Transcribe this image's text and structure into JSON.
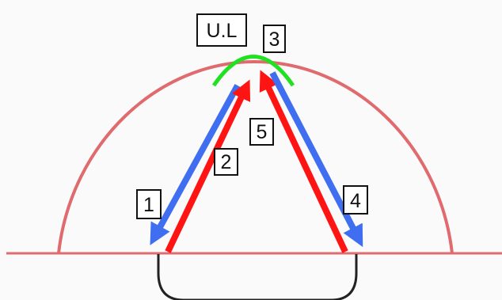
{
  "labels": {
    "ul": "U.L",
    "step1": "1",
    "step2": "2",
    "step3": "3",
    "step4": "4",
    "step5": "5"
  },
  "colors": {
    "background": "#fafafa",
    "dome": "#e06b6f",
    "baseline": "#e06b6f",
    "cup": "#222222",
    "blue_arrow": "#3f6ef0",
    "red_arrow": "#ff1414",
    "green_arc": "#22e022",
    "label_border": "#111111"
  }
}
